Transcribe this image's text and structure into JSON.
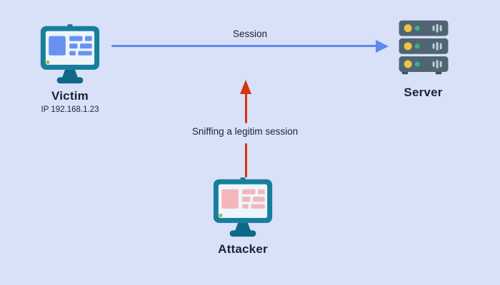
{
  "diagram": {
    "nodes": {
      "victim": {
        "label": "Victim",
        "sublabel": "IP 192.168.1.23",
        "icon": "desktop-monitor-icon"
      },
      "server": {
        "label": "Server",
        "icon": "server-rack-icon"
      },
      "attacker": {
        "label": "Attacker",
        "icon": "desktop-monitor-icon"
      }
    },
    "arrows": {
      "session": {
        "label": "Session",
        "from": "victim",
        "to": "server",
        "style": "solid"
      },
      "sniffing": {
        "label": "Sniffing a legitim session",
        "from": "attacker",
        "to": "session-line",
        "style": "solid"
      }
    }
  },
  "colors": {
    "background": "#d8e1f7",
    "text": "#1d2230",
    "arrow_session": "#5e88ee",
    "arrow_sniff": "#d23511",
    "monitor_frame": "#177e9d",
    "monitor_stand": "#0f6888",
    "monitor_screen": "#edf5fc",
    "victim_block": "#6892f1",
    "victim_led": "#a9b534",
    "attacker_block": "#f4b6ba",
    "attacker_led": "#84c43e",
    "server_body": "#4f6573",
    "server_led_yellow": "#f0c443",
    "server_led_green": "#3eb182",
    "server_bar": "#c7d1d8",
    "server_foot": "#3c5160"
  }
}
